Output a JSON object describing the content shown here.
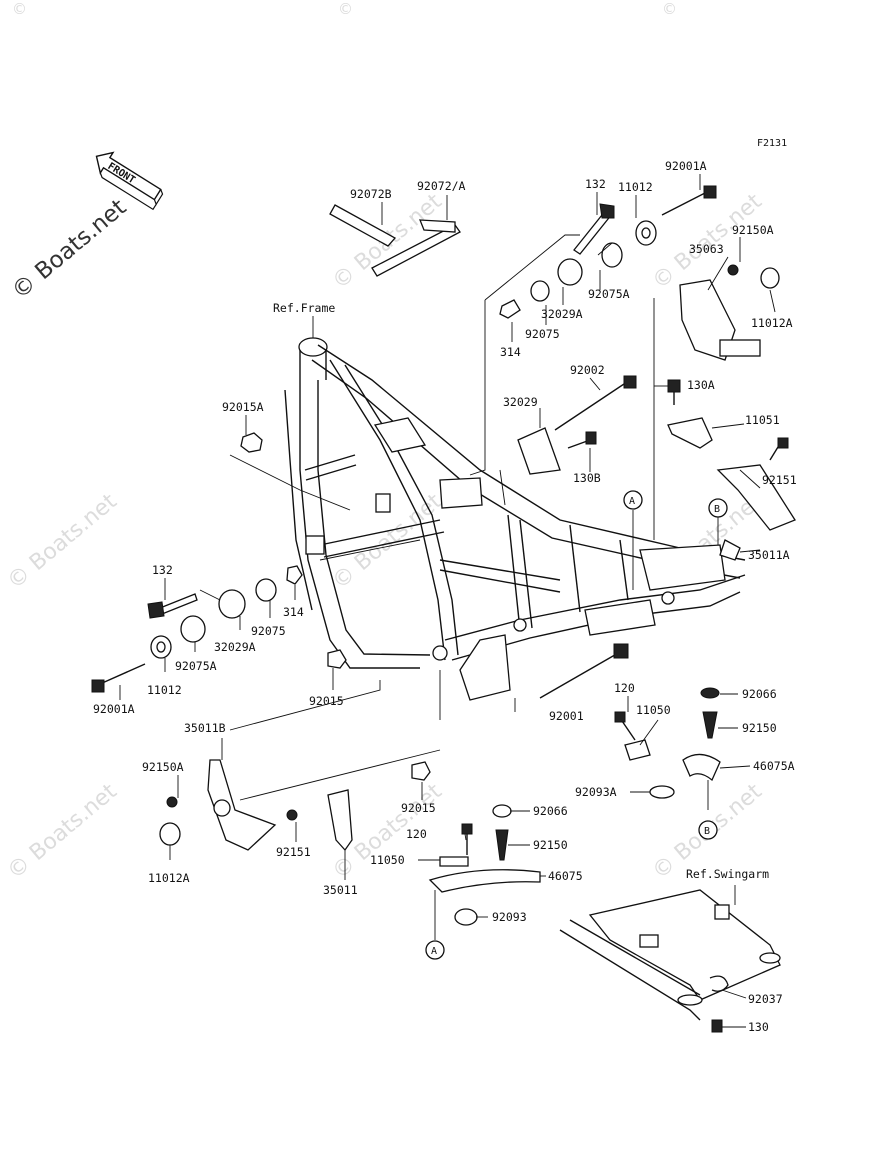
{
  "diagram": {
    "figure_code": "F2131",
    "front_arrow_label": "FRONT",
    "ref_frame": "Ref.Frame",
    "ref_swingarm": "Ref.Swingarm",
    "watermark_text": "© Boats.net",
    "circle_markers": [
      "A",
      "B",
      "B",
      "A"
    ],
    "part_labels": [
      "92072B",
      "92072/A",
      "132",
      "11012",
      "92001A",
      "92150A",
      "35063",
      "32029A",
      "92075A",
      "11012A",
      "92075",
      "314",
      "92002",
      "130A",
      "32029",
      "11051",
      "92015A",
      "130B",
      "92151",
      "35011A",
      "132",
      "314",
      "92075",
      "32029A",
      "92075A",
      "11012",
      "92001A",
      "92015",
      "120",
      "92066",
      "11050",
      "92150",
      "92001",
      "46075A",
      "35011B",
      "92093A",
      "92150A",
      "92015",
      "92066",
      "120",
      "92150",
      "11050",
      "92151",
      "46075",
      "35011",
      "11012A",
      "92093",
      "92037",
      "130"
    ]
  }
}
